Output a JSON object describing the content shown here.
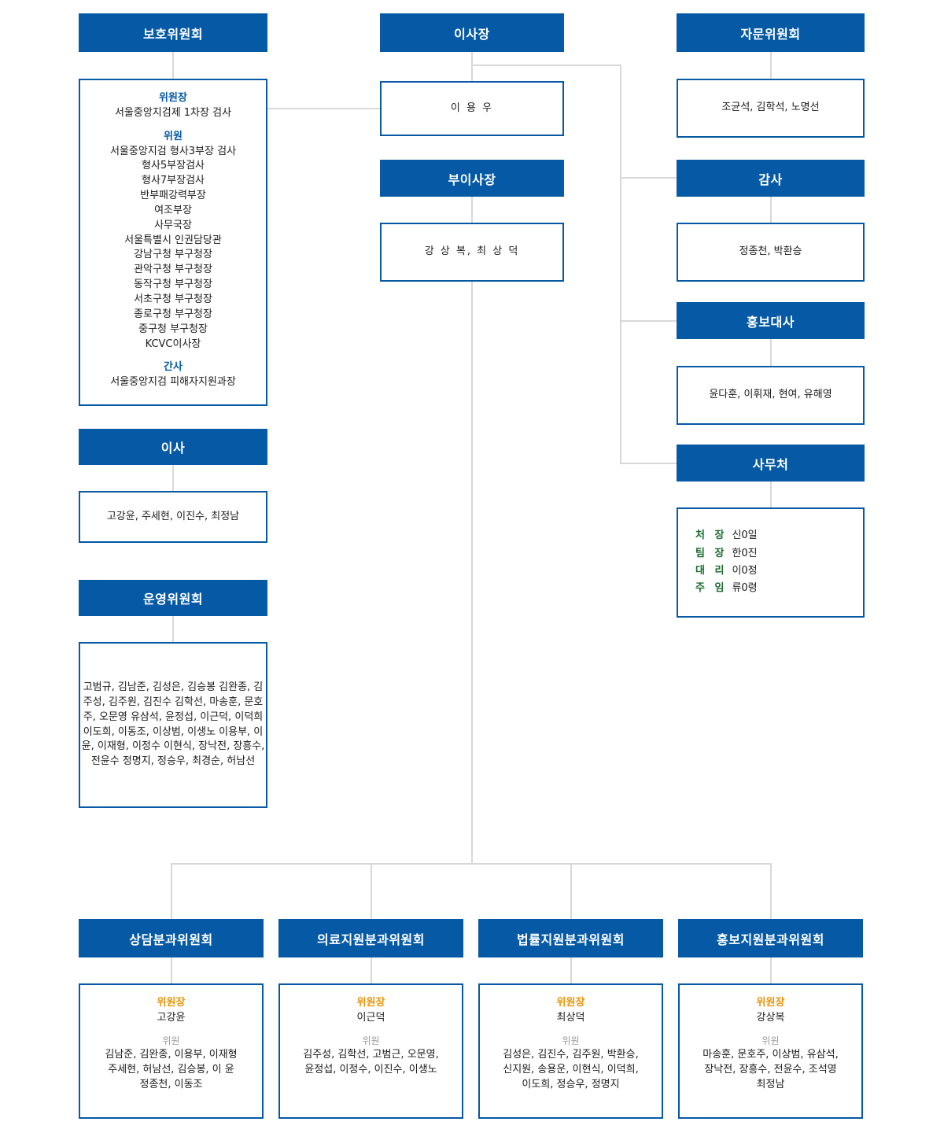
{
  "theme": {
    "header_blue": "#0559a5",
    "border_blue": "#0559a5",
    "line_gray": "#d8d8d8",
    "label_blue": "#0559a5",
    "label_orange": "#e8960c",
    "label_gray": "#9a9a9a",
    "roster_green": "#1a6b2e"
  },
  "protection_committee": {
    "header": "보호위원회",
    "chair_label": "위원장",
    "chair_text": "서울중앙지검제 1차장 검사",
    "member_label": "위원",
    "member_text": "서울중앙지검 형사3부장 검사\n형사5부장검사\n형사7부장검사\n반부패강력부장\n여조부장\n사무국장\n서울특별시 인권담당관\n강남구청 부구청장\n관악구청 부구청장\n동작구청 부구청장\n서초구청 부구청장\n종로구청 부구청장\n중구청 부구청장\nKCVC이사장",
    "secretary_label": "간사",
    "secretary_text": "서울중앙지검 피해자지원과장"
  },
  "director": {
    "header": "이사",
    "members": "고강윤, 주세현, 이진수, 최정남"
  },
  "steering_committee": {
    "header": "운영위원회",
    "members": "고범규, 김남준, 김성은, 김승봉\n김완종, 김주성, 김주원, 김진수\n김학선, 마송훈, 문호주, 오문영\n유삼석, 윤정섭, 이근덕, 이덕희\n이도희, 이동조, 이상범, 이생노\n이용부, 이 윤, 이재형, 이정수\n이현식, 장낙전, 장흥수, 전윤수\n정명지, 정승우, 최경순, 허남선"
  },
  "chairman": {
    "header": "이사장",
    "name": "이 용 우"
  },
  "vice_chairman": {
    "header": "부이사장",
    "name": "강 상 복, 최 상 덕"
  },
  "advisory_committee": {
    "header": "자문위원회",
    "members": "조균석, 김학석, 노명선"
  },
  "auditor": {
    "header": "감사",
    "members": "정종천, 박환승"
  },
  "ambassador": {
    "header": "홍보대사",
    "members": "윤다훈, 이휘재, 현여, 유해영"
  },
  "office": {
    "header": "사무처",
    "roster": [
      {
        "role": "처 장",
        "name": "신0일"
      },
      {
        "role": "팀 장",
        "name": "한0진"
      },
      {
        "role": "대 리",
        "name": "이0정"
      },
      {
        "role": "주 임",
        "name": "류0령"
      }
    ]
  },
  "subcommittees": [
    {
      "header": "상담분과위원회",
      "chair_label": "위원장",
      "chair_name": "고강윤",
      "member_label": "위원",
      "members": "김남준, 김완종, 이용부, 이재형\n주세현, 허남선, 김승봉, 이 윤\n정종천, 이동조"
    },
    {
      "header": "의료지원분과위원회",
      "chair_label": "위원장",
      "chair_name": "이근덕",
      "member_label": "위원",
      "members": "김주성, 김학선, 고범근, 오문영,\n윤정섭, 이정수, 이진수, 이생노"
    },
    {
      "header": "법률지원분과위원회",
      "chair_label": "위원장",
      "chair_name": "최상덕",
      "member_label": "위원",
      "members": "김성은, 김진수, 김주원, 박환승,\n신지원, 송용운, 이현식, 이덕희,\n이도희, 정승우, 정명지"
    },
    {
      "header": "홍보지원분과위원회",
      "chair_label": "위원장",
      "chair_name": "강상복",
      "member_label": "위원",
      "members": "마송훈, 문호주, 이상범, 유삼석,\n장낙전, 장흥수, 전윤수, 조석영\n최정남"
    }
  ]
}
